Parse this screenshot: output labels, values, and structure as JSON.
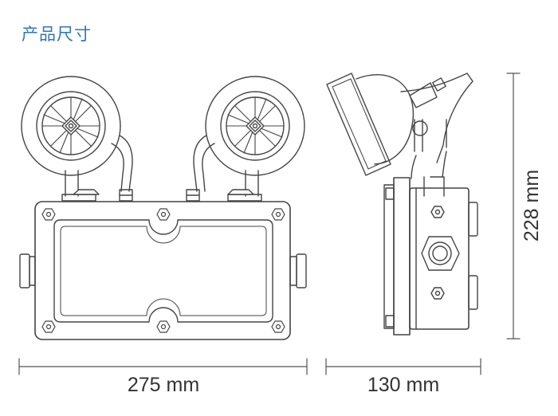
{
  "header": {
    "title": "产品尺寸"
  },
  "dimensions": {
    "width_label": "275 mm",
    "depth_label": "130 mm",
    "height_label": "228 mm"
  },
  "colors": {
    "title": "#2f74c0",
    "line": "#333333"
  }
}
